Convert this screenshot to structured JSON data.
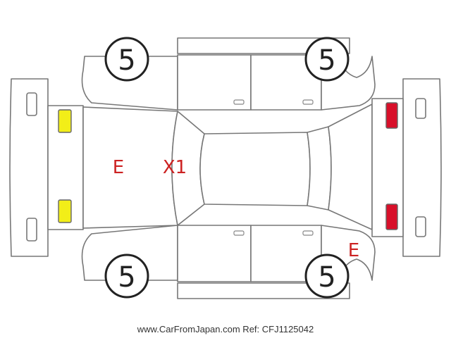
{
  "tires": {
    "front_left": "5",
    "rear_left": "5",
    "front_right": "5",
    "rear_right": "5"
  },
  "damage_marks": {
    "hood_left": "E",
    "hood_right": "X1",
    "rear_right": "E"
  },
  "lights": {
    "front": "headlight-amber",
    "rear": "taillight-red"
  },
  "colors": {
    "line": "#777777",
    "mark": "#cc2222",
    "headlight": "#f2ee18",
    "taillight": "#d8102a"
  },
  "footer": "www.CarFromJapan.com Ref: CFJ1125042"
}
